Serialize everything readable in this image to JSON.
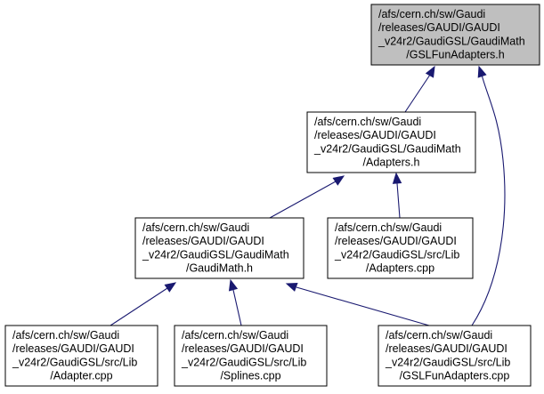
{
  "colors": {
    "root_fill": "#bfbfbf",
    "node_fill": "#ffffff",
    "border": "#000000",
    "edge": "#191970"
  },
  "nodes": [
    {
      "id": "gslfunadapters_h",
      "lines": [
        "/afs/cern.ch/sw/Gaudi",
        "/releases/GAUDI/GAUDI",
        "_v24r2/GaudiGSL/GaudiMath",
        "/GSLFunAdapters.h"
      ],
      "highlighted": true
    },
    {
      "id": "adapters_h",
      "lines": [
        "/afs/cern.ch/sw/Gaudi",
        "/releases/GAUDI/GAUDI",
        "_v24r2/GaudiGSL/GaudiMath",
        "/Adapters.h"
      ],
      "highlighted": false
    },
    {
      "id": "gaudimath_h",
      "lines": [
        "/afs/cern.ch/sw/Gaudi",
        "/releases/GAUDI/GAUDI",
        "_v24r2/GaudiGSL/GaudiMath",
        "/GaudiMath.h"
      ],
      "highlighted": false
    },
    {
      "id": "adapters_cpp",
      "lines": [
        "/afs/cern.ch/sw/Gaudi",
        "/releases/GAUDI/GAUDI",
        "_v24r2/GaudiGSL/src/Lib",
        "/Adapters.cpp"
      ],
      "highlighted": false
    },
    {
      "id": "adapter_cpp",
      "lines": [
        "/afs/cern.ch/sw/Gaudi",
        "/releases/GAUDI/GAUDI",
        "_v24r2/GaudiGSL/src/Lib",
        "/Adapter.cpp"
      ],
      "highlighted": false
    },
    {
      "id": "splines_cpp",
      "lines": [
        "/afs/cern.ch/sw/Gaudi",
        "/releases/GAUDI/GAUDI",
        "_v24r2/GaudiGSL/src/Lib",
        "/Splines.cpp"
      ],
      "highlighted": false
    },
    {
      "id": "gslfunadapters_cpp",
      "lines": [
        "/afs/cern.ch/sw/Gaudi",
        "/releases/GAUDI/GAUDI",
        "_v24r2/GaudiGSL/src/Lib",
        "/GSLFunAdapters.cpp"
      ],
      "highlighted": false
    }
  ],
  "edges": [
    {
      "from": "adapters_h",
      "to": "gslfunadapters_h"
    },
    {
      "from": "gslfunadapters_cpp",
      "to": "gslfunadapters_h"
    },
    {
      "from": "gaudimath_h",
      "to": "adapters_h"
    },
    {
      "from": "adapters_cpp",
      "to": "adapters_h"
    },
    {
      "from": "adapter_cpp",
      "to": "gaudimath_h"
    },
    {
      "from": "splines_cpp",
      "to": "gaudimath_h"
    },
    {
      "from": "gslfunadapters_cpp",
      "to": "gaudimath_h"
    }
  ]
}
